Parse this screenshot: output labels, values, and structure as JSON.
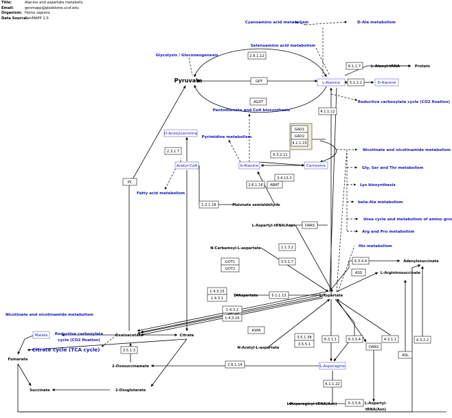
{
  "header": {
    "title_label": "Title:",
    "title": "Alanine and aspartate metabolis",
    "email_label": "Email:",
    "email": "genmapp@gladstone.ucsf.edu",
    "organism_label": "Organism:",
    "organism": "Homo sapiens",
    "source_label": "Data Source:",
    "source": "GenMAPP 2.0"
  },
  "colors": {
    "pathway_link": "#1010c8",
    "metabolite": "#000000",
    "line": "#000000",
    "gene_border": "#333333",
    "group_fill": "#eeeadc",
    "group_border": "#8a8a6a"
  },
  "pathway_links": [
    {
      "id": "cyanoamino",
      "text": "Cyanoamino acid metabolism"
    },
    {
      "id": "dala",
      "text": "D-Ala metabolism"
    },
    {
      "id": "selenoamino",
      "text": "Selenoamino acid metabolism"
    },
    {
      "id": "glycolysis",
      "text": "Glycolysis / Gluconeogenesis"
    },
    {
      "id": "reductive1",
      "text": "Reductive carboxylate cycle (CO2 fixation)"
    },
    {
      "id": "pantothenate",
      "text": "Pantothenate and CoA biosynthesis"
    },
    {
      "id": "pyrimidine",
      "text": "Pyrimidine metabolism"
    },
    {
      "id": "fattyacid",
      "text": "Fatty acid metabolism"
    },
    {
      "id": "nicotinate1",
      "text": "Nicotinate and nicotinamide metabolism"
    },
    {
      "id": "glyser",
      "text": "Gly, Ser and Thr metabolism"
    },
    {
      "id": "lys",
      "text": "Lys biosynthesis"
    },
    {
      "id": "betaala",
      "text": "beta-Ala metabolism"
    },
    {
      "id": "urea",
      "text": "Urea cycle and metabolism of amino groups"
    },
    {
      "id": "argpro",
      "text": "Arg and Pro metabolism"
    },
    {
      "id": "his",
      "text": "His metabolism"
    },
    {
      "id": "nicotinate2",
      "text": "Nicotinate and nicotinamide metabolism"
    },
    {
      "id": "reductive2a",
      "text": "Reductive carboxylate"
    },
    {
      "id": "reductive2b",
      "text": "cycle (CO2 fixation)"
    },
    {
      "id": "tca",
      "text": "Citrate cycle (TCA cycle)"
    }
  ],
  "boxed_metabolites": [
    {
      "id": "lalanine",
      "text": "L-Alanine"
    },
    {
      "id": "dalanine",
      "text": "D-Alanine"
    },
    {
      "id": "oacetyl",
      "text": "O-Acetylcarnitine"
    },
    {
      "id": "acetylcoa",
      "text": "Acetyl-CoA"
    },
    {
      "id": "balanine",
      "text": "b-Alanine"
    },
    {
      "id": "carnosine",
      "text": "Carnosine"
    },
    {
      "id": "malate",
      "text": "Malate"
    },
    {
      "id": "lasparagine",
      "text": "L-Asparagine"
    }
  ],
  "metabolites": [
    {
      "id": "pyruvate",
      "text": "Pyruvate"
    },
    {
      "id": "lalanyltrna",
      "text": "L-Alanyl-tRNA"
    },
    {
      "id": "protein",
      "text": "Protein"
    },
    {
      "id": "malonate",
      "text": "Malonate semialdehyde"
    },
    {
      "id": "laspartyltrna",
      "text": "L-Aspartyl-tRNA(Asp)"
    },
    {
      "id": "ncarbamoyl",
      "text": "N-Carbamoyl-L-aspartate"
    },
    {
      "id": "adenylosucc",
      "text": "Adenylosuccinate"
    },
    {
      "id": "larginino",
      "text": "L-Argininosuccinate"
    },
    {
      "id": "daspartate",
      "text": "D-Aspartate"
    },
    {
      "id": "laspartate",
      "text": "L-Aspartate"
    },
    {
      "id": "oxaloacetate",
      "text": "Oxaloacetate"
    },
    {
      "id": "citrate",
      "text": "Citrate"
    },
    {
      "id": "fumarate",
      "text": "Fumarate"
    },
    {
      "id": "nacetyl",
      "text": "N-Acetyl-L-aspartate"
    },
    {
      "id": "oxosucc",
      "text": "2-Oxosuccinamate"
    },
    {
      "id": "succinate",
      "text": "Succinate"
    },
    {
      "id": "oxoglut",
      "text": "2-Oxoglutarate"
    },
    {
      "id": "lasparaginyl",
      "text": "L-Asparaginyl-tRNA(Asn)"
    },
    {
      "id": "laspartyl2a",
      "text": "L-Aspartyl-"
    },
    {
      "id": "laspartyl2b",
      "text": "tRNA(Asn)"
    }
  ],
  "genes": [
    {
      "id": "g26112",
      "text": "2.6.1.12"
    },
    {
      "id": "g6117",
      "text": "6.1.1.7"
    },
    {
      "id": "gGPT",
      "text": "GPT"
    },
    {
      "id": "g5111",
      "text": "5.1.1.1"
    },
    {
      "id": "gAGXT",
      "text": "AGXT"
    },
    {
      "id": "g41112",
      "text": "4.1.1.12"
    },
    {
      "id": "gGAD1",
      "text": "GAD1"
    },
    {
      "id": "gGAD2",
      "text": "GAD2"
    },
    {
      "id": "g41115",
      "text": "4.1.1.15"
    },
    {
      "id": "g2317",
      "text": "2.3.1.7"
    },
    {
      "id": "g63211",
      "text": "6.3.2.11"
    },
    {
      "id": "gPC",
      "text": "PC"
    },
    {
      "id": "g34133",
      "text": "3.4.13.3"
    },
    {
      "id": "g26118",
      "text": "2.6.1.18"
    },
    {
      "id": "gABAT",
      "text": "ABAT"
    },
    {
      "id": "g12118",
      "text": "1.2.1.18"
    },
    {
      "id": "gDARS",
      "text": "DARS"
    },
    {
      "id": "g2132",
      "text": "2.1.3.2"
    },
    {
      "id": "g3517",
      "text": "3.5.1.7"
    },
    {
      "id": "g6344",
      "text": "6.3.4.4"
    },
    {
      "id": "gGOT1",
      "text": "GOT1"
    },
    {
      "id": "gGOT2",
      "text": "GOT2"
    },
    {
      "id": "gASS",
      "text": "ASS"
    },
    {
      "id": "g14315",
      "text": "1.4.3.15"
    },
    {
      "id": "g1431",
      "text": "1.4.3.1"
    },
    {
      "id": "g51113",
      "text": "5.1.1.13"
    },
    {
      "id": "g1432",
      "text": "1.4.3.2"
    },
    {
      "id": "g14316",
      "text": "1.4.3.16"
    },
    {
      "id": "gASPA",
      "text": "ASPA"
    },
    {
      "id": "g35138",
      "text": "3.5.1.38"
    },
    {
      "id": "g3551",
      "text": "3.5.5.1"
    },
    {
      "id": "g6311",
      "text": "6.3.1.1"
    },
    {
      "id": "g6354",
      "text": "6.3.5.4"
    },
    {
      "id": "g4311",
      "text": "4.3.1.1"
    },
    {
      "id": "g3513",
      "text": "3.5.1.3"
    },
    {
      "id": "gDARS2",
      "text": "DARS"
    },
    {
      "id": "g4322",
      "text": "4.3.2.2"
    },
    {
      "id": "gASL",
      "text": "ASL"
    },
    {
      "id": "g26114",
      "text": "2.6.1.14"
    },
    {
      "id": "g61122",
      "text": "6.1.1.22"
    },
    {
      "id": "g6356",
      "text": "6.3.5.6"
    }
  ]
}
